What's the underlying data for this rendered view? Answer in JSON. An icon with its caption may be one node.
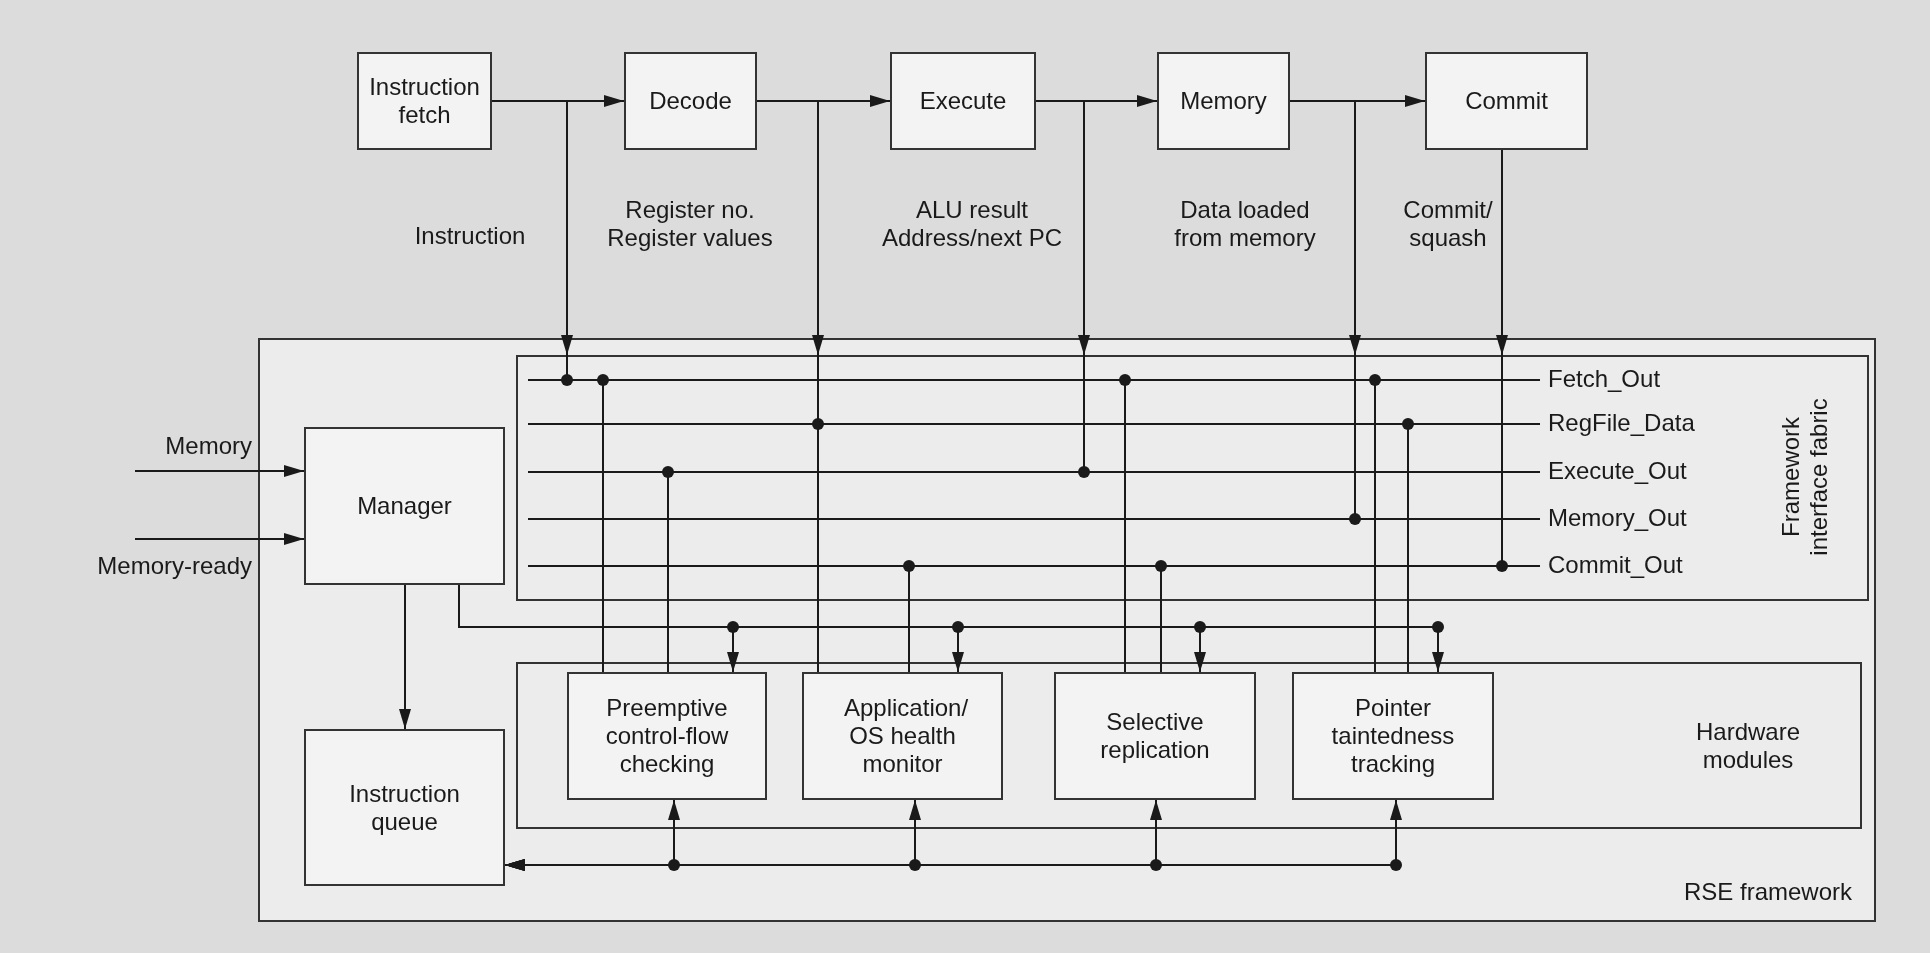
{
  "diagram": {
    "nodes": [
      {
        "text": [
          "Instruction fetch"
        ]
      },
      {
        "text": [
          "Decode"
        ]
      },
      {
        "text": [
          "Execute"
        ]
      },
      {
        "text": [
          "Memory"
        ]
      },
      {
        "text": [
          "Commit"
        ]
      },
      {
        "text": [
          "RSE framework"
        ]
      },
      {
        "text": [
          "Framework interface fabric"
        ],
        "in": 5
      },
      {
        "text": [
          "Manager"
        ],
        "in": 5
      },
      {
        "text": [
          "Instruction queue"
        ],
        "in": 5
      },
      {
        "text": [
          "Hardware modules"
        ],
        "in": 5
      },
      {
        "text": [
          "Preemptive control-flow checking"
        ],
        "in": 9
      },
      {
        "text": [
          "Application/ OS health monitor"
        ],
        "in": 9
      },
      {
        "text": [
          "Selective replication"
        ],
        "in": 9
      },
      {
        "text": [
          "Pointer taintedness tracking"
        ],
        "in": 9
      }
    ],
    "edges": [
      {
        "from": 0,
        "to": 1,
        "arrow": "to"
      },
      {
        "from": 1,
        "to": 2,
        "arrow": "to"
      },
      {
        "from": 2,
        "to": 3,
        "arrow": "to"
      },
      {
        "from": 3,
        "to": 4,
        "arrow": "to"
      },
      {
        "from": 0,
        "to": 6,
        "arrow": "to",
        "label": "Instruction"
      },
      {
        "from": 1,
        "to": 6,
        "arrow": "to",
        "label": "Register no. Register values"
      },
      {
        "from": 2,
        "to": 6,
        "arrow": "to",
        "label": "ALU result Address/next PC"
      },
      {
        "from": 3,
        "to": 6,
        "arrow": "to",
        "label": "Data loaded from memory"
      },
      {
        "from": 4,
        "to": 6,
        "arrow": "to",
        "label": "Commit/ squash"
      },
      {
        "from": null,
        "to": 7,
        "arrow": "to",
        "label": "Memory"
      },
      {
        "from": null,
        "to": 7,
        "arrow": "to",
        "label": "Memory-ready"
      },
      {
        "from": 7,
        "to": 8,
        "arrow": "to"
      },
      {
        "from": 6,
        "to": 10,
        "arrow": "none"
      },
      {
        "from": 6,
        "to": 10,
        "arrow": "none"
      },
      {
        "from": 6,
        "to": 11,
        "arrow": "none"
      },
      {
        "from": 6,
        "to": 11,
        "arrow": "none"
      },
      {
        "from": 6,
        "to": 12,
        "arrow": "none"
      },
      {
        "from": 6,
        "to": 12,
        "arrow": "none"
      },
      {
        "from": 6,
        "to": 13,
        "arrow": "none"
      },
      {
        "from": 6,
        "to": 13,
        "arrow": "none"
      },
      {
        "from": 7,
        "to": 10,
        "arrow": "to"
      },
      {
        "from": 7,
        "to": 11,
        "arrow": "to"
      },
      {
        "from": 7,
        "to": 12,
        "arrow": "to"
      },
      {
        "from": 7,
        "to": 13,
        "arrow": "to"
      },
      {
        "from": 10,
        "to": 8,
        "arrow": "both"
      },
      {
        "from": 11,
        "to": 8,
        "arrow": "both"
      },
      {
        "from": 12,
        "to": 8,
        "arrow": "both"
      },
      {
        "from": 13,
        "to": 8,
        "arrow": "both"
      }
    ],
    "labels": [
      "Fetch_Out",
      "RegFile_Data",
      "Execute_Out",
      "Memory_Out",
      "Commit_Out"
    ]
  }
}
